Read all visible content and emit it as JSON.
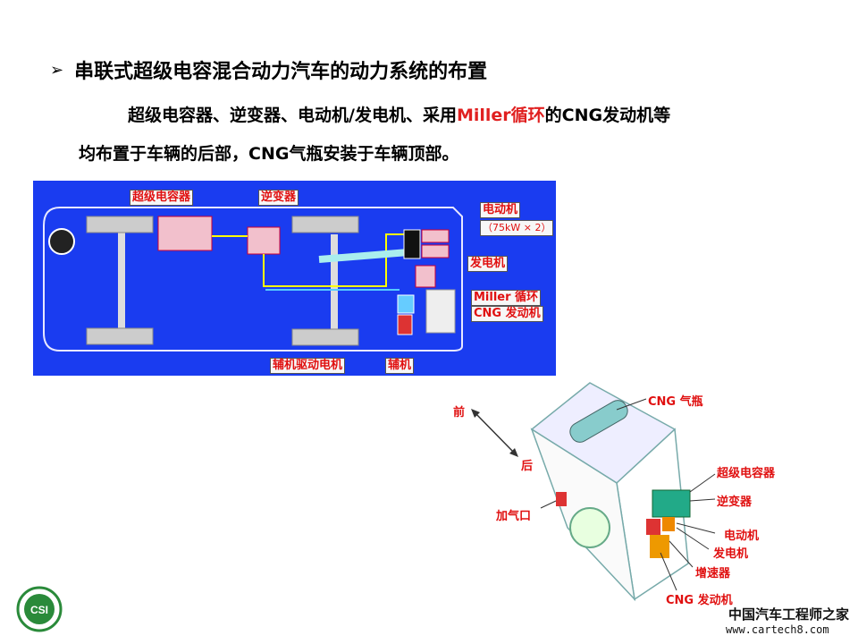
{
  "slide": {
    "title": "串联式超级电容混合动力汽车的动力系统的布置",
    "para_line1_pre": "超级电容器、逆变器、电动机/发电机、采用",
    "para_line1_red": "Miller循环",
    "para_line1_post": "的CNG发动机等",
    "para_line2": "均布置于车辆的后部，CNG气瓶安装于车辆顶部。"
  },
  "diagram1": {
    "labels": {
      "supercap": "超级电容器",
      "inverter": "逆变器",
      "motor": "电动机",
      "motor_spec": "（75kW × 2）",
      "generator": "发电机",
      "miller": "Miller 循环",
      "cng_engine": "CNG 发动机",
      "aux_drive_motor": "辅机驱动电机",
      "aux": "辅机"
    }
  },
  "diagram2": {
    "labels": {
      "front": "前",
      "rear": "后",
      "fuel_inlet": "加气口",
      "cng_tank": "CNG 气瓶",
      "supercap": "超级电容器",
      "inverter": "逆变器",
      "motor": "电动机",
      "generator": "发电机",
      "gearbox": "增速器",
      "cng_engine": "CNG 发动机"
    }
  },
  "watermark": {
    "line1": "中国汽车工程师之家",
    "line2": "www.cartech8.com"
  },
  "logo": {
    "text": "CSI"
  }
}
